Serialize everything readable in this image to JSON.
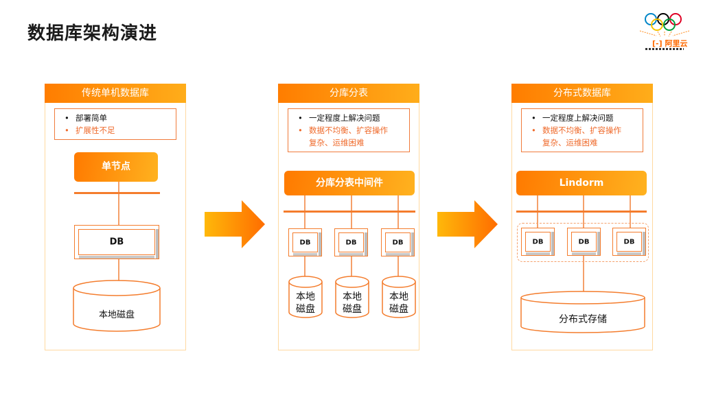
{
  "title": "数据库架构演进",
  "logo": {
    "icon": "olympic-rings-icon",
    "brand": "阿里云",
    "brand_mark": "[-]"
  },
  "colors": {
    "accent": "#ff7d00",
    "accent_light": "#ffad1a",
    "line": "#f47c2c",
    "text_warn": "#ef6a2b"
  },
  "panels": [
    {
      "header": "传统单机数据库",
      "notes": {
        "pro": "部署简单",
        "con": "扩展性不足",
        "con_cont": ""
      },
      "node": "单节点",
      "dbs": [
        "DB"
      ],
      "storage": [
        "本地磁盘"
      ]
    },
    {
      "header": "分库分表",
      "notes": {
        "pro": "一定程度上解决问题",
        "con": "数据不均衡、扩容操作",
        "con_cont": "复杂、运维困难"
      },
      "node": "分库分表中间件",
      "dbs": [
        "DB",
        "DB",
        "DB"
      ],
      "storage": [
        "本地",
        "磁盘"
      ]
    },
    {
      "header": "分布式数据库",
      "notes": {
        "pro": "一定程度上解决问题",
        "con": "数据不均衡、扩容操作",
        "con_cont": "复杂、运维困难"
      },
      "node": "Lindorm",
      "dbs": [
        "DB",
        "DB",
        "DB"
      ],
      "storage": [
        "分布式存储"
      ]
    }
  ],
  "arrows": [
    "arrow-right-icon",
    "arrow-right-icon"
  ],
  "bullet": "•"
}
